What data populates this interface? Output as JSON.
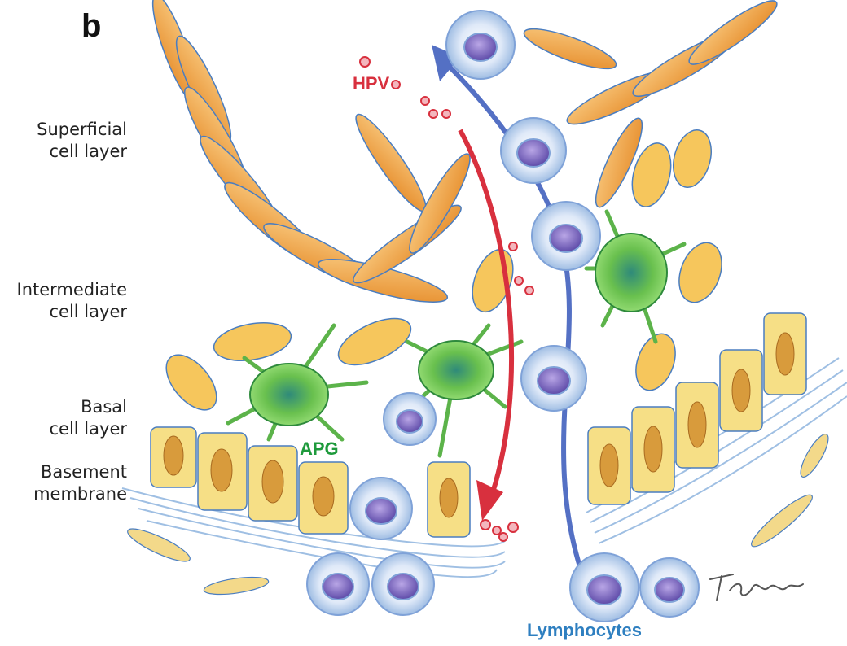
{
  "panel_letter": "b",
  "layers": {
    "superficial": [
      "Superficial",
      "cell layer"
    ],
    "intermediate": [
      "Intermediate",
      "cell layer"
    ],
    "basal": [
      "Basal",
      "cell layer"
    ],
    "basement": [
      "Basement",
      "membrane"
    ]
  },
  "callouts": {
    "hpv": "HPV",
    "apg": "APG",
    "lymphocytes": "Lymphocytes"
  },
  "colors": {
    "hpv": "#d8303e",
    "apg": "#1e9a3c",
    "lymphocytes": "#2e7fc0",
    "squamous_cell": "#f0a74a",
    "basal_cell": "#f6df86",
    "membrane_fiber": "#8fb5df"
  },
  "signature_lettering": "TRoegn"
}
